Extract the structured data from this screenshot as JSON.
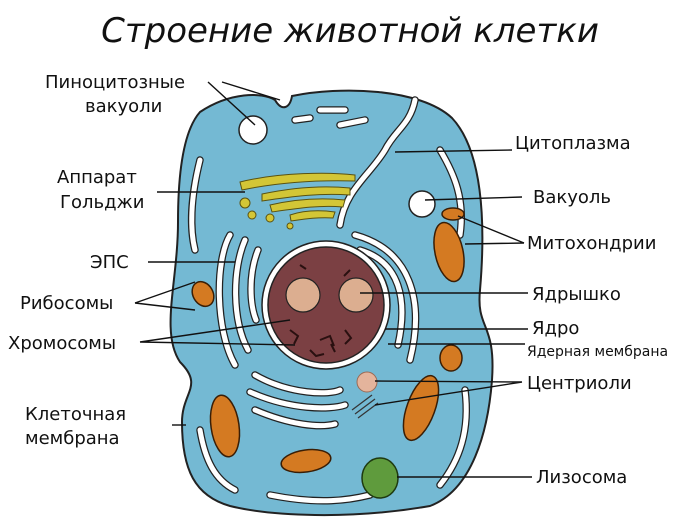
{
  "title": "Строение животной клетки",
  "labels": {
    "pinocytic_1": "Пиноцитозные",
    "pinocytic_2": "вакуоли",
    "golgi_1": "Аппарат",
    "golgi_2": "Гольджи",
    "er": "ЭПС",
    "ribosomes": "Рибосомы",
    "chromosomes": "Хромосомы",
    "cell_membrane_1": "Клеточная",
    "cell_membrane_2": "мембрана",
    "cytoplasm": "Цитоплазма",
    "vacuole": "Вакуоль",
    "mitochondria": "Митохондрии",
    "nucleolus": "Ядрышко",
    "nucleus": "Ядро",
    "nuclear_membrane": "Ядерная мембрана",
    "centrioles": "Центриоли",
    "lysosome": "Лизосома"
  },
  "colors": {
    "cytoplasm": "#74b9d3",
    "nucleus": "#7b4043",
    "nucleolus": "#dcae90",
    "mitochondria": "#d47a22",
    "golgi": "#d3c636",
    "lysosome": "#5f9b3d",
    "centriole": "#e4b49c"
  }
}
